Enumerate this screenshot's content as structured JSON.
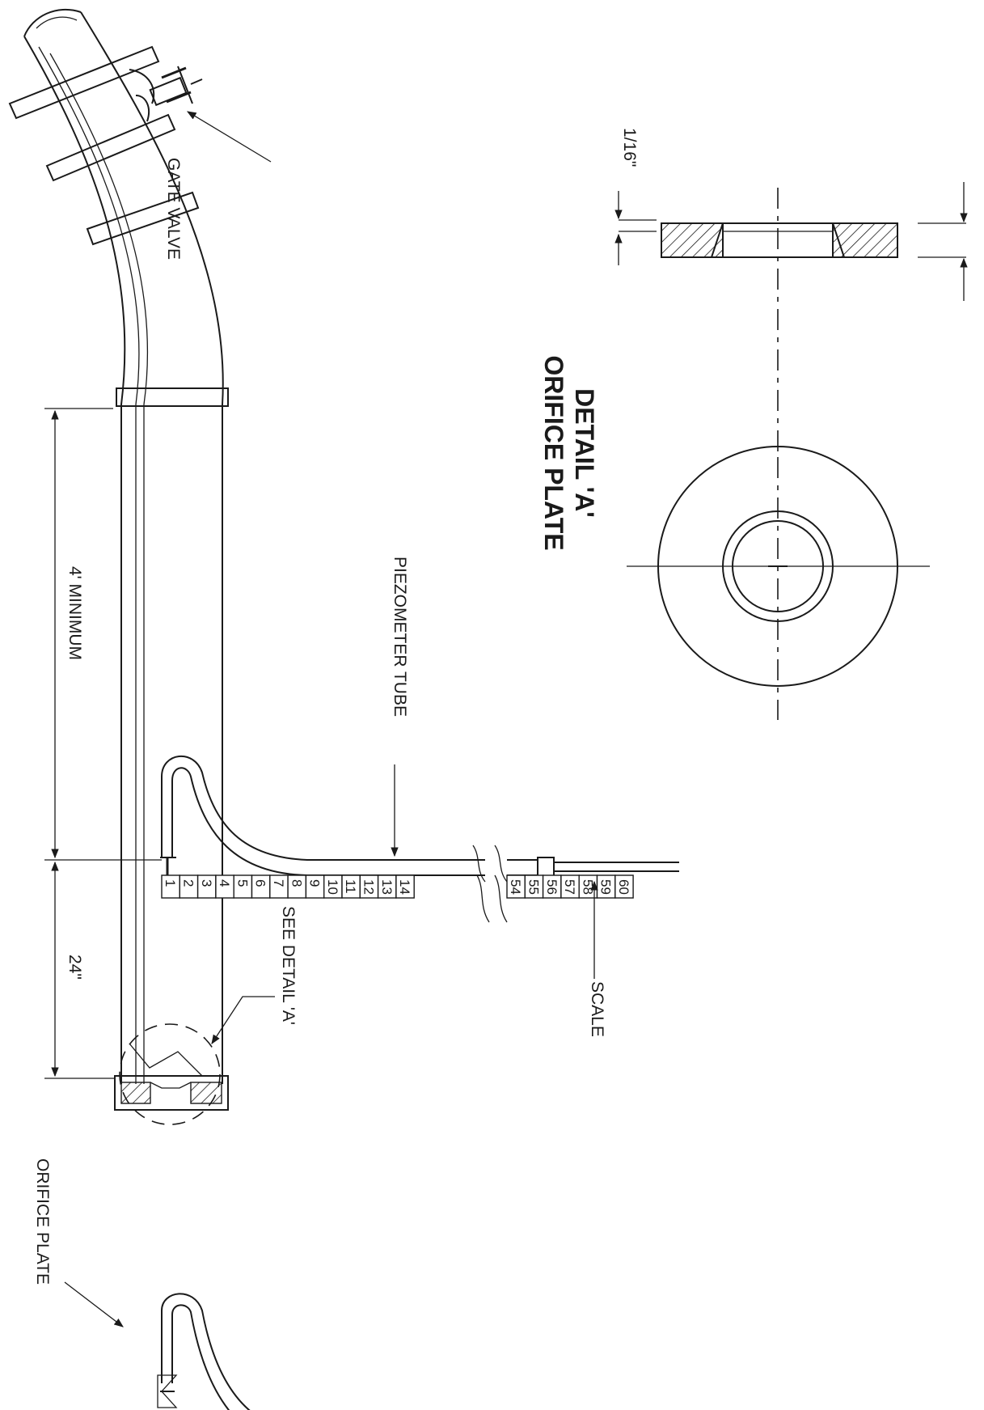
{
  "labels": {
    "gate_valve": "GATE VALVE",
    "piezometer_tube": "PIEZOMETER TUBE",
    "scale": "SCALE",
    "see_detail": "SEE DETAIL 'A'",
    "orifice_plate": "ORIFICE PLATE",
    "detail_title_line1": "DETAIL 'A'",
    "detail_title_line2": "ORIFICE PLATE",
    "dim_4ft": "4' MINIMUM",
    "dim_24in": "24\"",
    "dim_thickness": "1/16\""
  },
  "scale_numbers": {
    "low": [
      "1",
      "2",
      "3",
      "4",
      "5",
      "6",
      "7",
      "8",
      "9",
      "10",
      "11",
      "12",
      "13",
      "14"
    ],
    "high": [
      "54",
      "55",
      "56",
      "57",
      "58",
      "59",
      "60"
    ]
  }
}
